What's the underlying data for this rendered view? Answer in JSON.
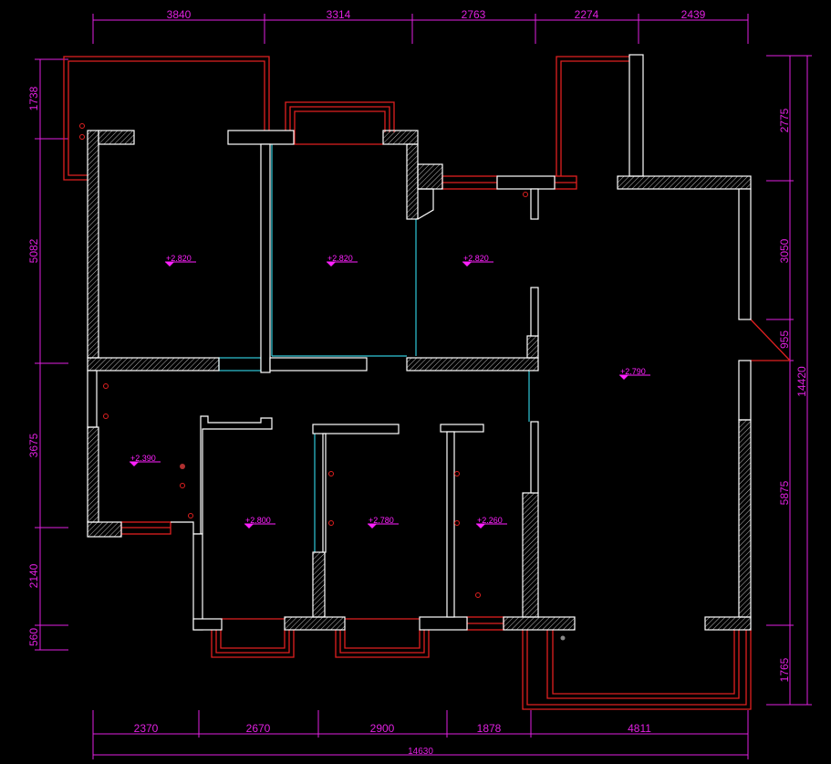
{
  "drawing": {
    "dimensions_top": [
      "3840",
      "3314",
      "2763",
      "2274",
      "2439"
    ],
    "dimensions_bottom": [
      "2370",
      "2670",
      "2900",
      "1878",
      "4811"
    ],
    "dimension_bottom_total": "14630",
    "dimensions_left": [
      "1738",
      "5082",
      "3675",
      "2140",
      "560"
    ],
    "dimensions_right": [
      "2775",
      "3050",
      "955",
      "5875",
      "1765"
    ],
    "dimension_right_total": "14420",
    "levels": [
      "+2.820",
      "+2.820",
      "+2.820",
      "+2.790",
      "+2.390",
      "+2.800",
      "+2.780",
      "+2.260"
    ],
    "colors": {
      "background": "#000000",
      "dimension": "#e020e0",
      "wall": "#ffffff",
      "window": "#e02020",
      "glass": "#30c8d8"
    }
  }
}
